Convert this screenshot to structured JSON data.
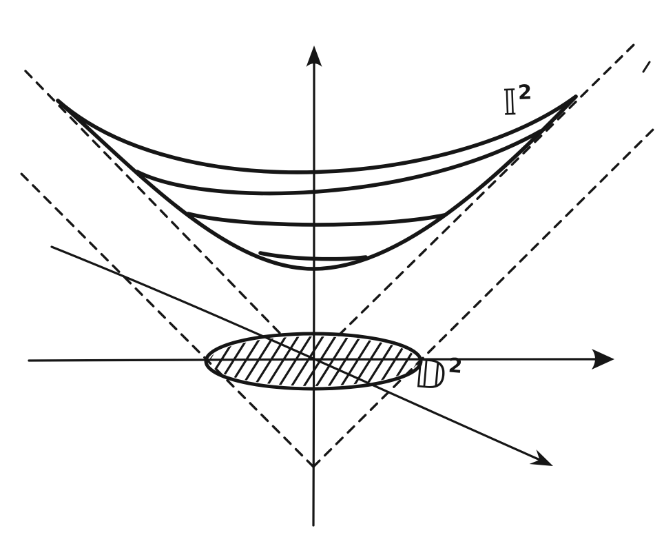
{
  "figure": {
    "background_color": "#ffffff",
    "ink_color": "#161616",
    "labels": {
      "hyperboloid": {
        "base": "𝕀",
        "exponent": "2"
      },
      "disk": {
        "base": "𝔻",
        "exponent": "2"
      }
    }
  }
}
